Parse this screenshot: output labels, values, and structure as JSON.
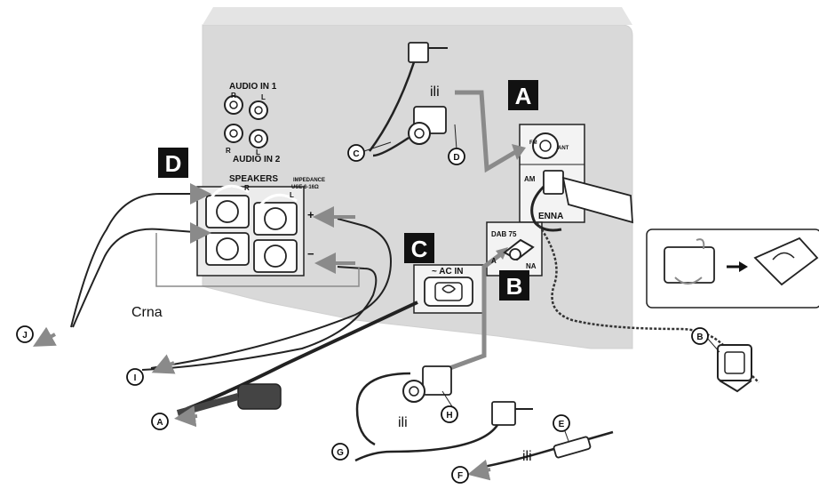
{
  "badges": {
    "a": "A",
    "b": "B",
    "c": "C",
    "d": "D"
  },
  "panel_labels": {
    "audio_in_1": "AUDIO IN 1",
    "audio_in_2": "AUDIO IN 2",
    "r1": "R",
    "l1": "L",
    "r2": "R",
    "l2": "L",
    "speakers": "SPEAKERS",
    "impedance_1": "IMPEDANCE",
    "impedance_2": "USE 6-16Ω",
    "spk_r": "R",
    "spk_l": "L",
    "plus": "+",
    "minus": "−",
    "ac_in": "~ AC IN",
    "am": "AM",
    "enna": "ENNA",
    "dab": "DAB 75",
    "antenna_ab": "A",
    "antenna_na": "NA",
    "fm_small": "FM",
    "fm_small2": "ANT"
  },
  "callouts": {
    "a": "A",
    "b": "B",
    "c": "C",
    "d": "D",
    "e": "E",
    "f": "F",
    "g": "G",
    "h": "H",
    "i": "I",
    "j": "J"
  },
  "words": {
    "ili_top": "ili",
    "ili_mid": "ili",
    "ili_bottom": "ili",
    "crna": "Crna"
  },
  "colors": {
    "panel": "#d9d9d9",
    "badge": "#111111",
    "arrow_grey": "#8a8a8a",
    "cable_dark": "#444444"
  }
}
